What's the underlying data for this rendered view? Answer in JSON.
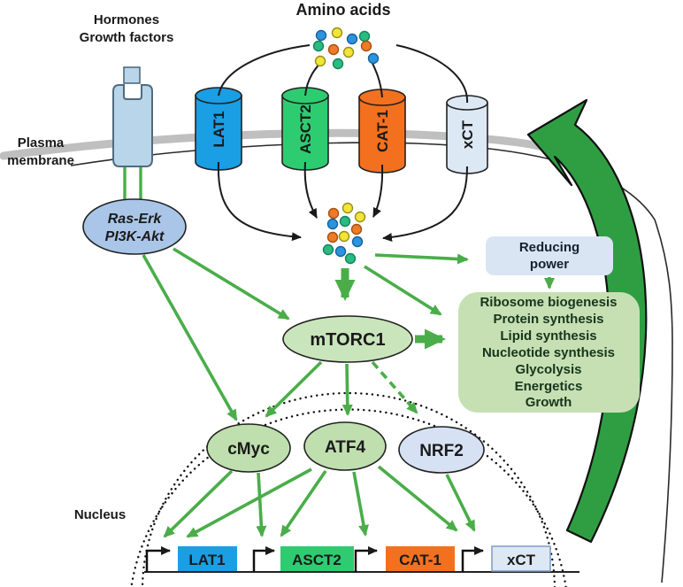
{
  "title": "Amino acids",
  "hormones_label": {
    "line1": "Hormones",
    "line2": "Growth factors"
  },
  "membrane_label": {
    "line1": "Plasma",
    "line2": "membrane"
  },
  "nucleus_label": "Nucleus",
  "receptor": {
    "color": "#b9d5ea"
  },
  "transporters": [
    {
      "name": "LAT1",
      "color": "#1a9ee4"
    },
    {
      "name": "ASCT2",
      "color": "#2ecc71"
    },
    {
      "name": "CAT-1",
      "color": "#f3701f"
    },
    {
      "name": "xCT",
      "color": "#dce8f4"
    }
  ],
  "signaling_nodes": {
    "ras": {
      "line1": "Ras-Erk",
      "line2": "PI3K-Akt",
      "color": "#a9c6e8"
    },
    "mtorc1": {
      "label": "mTORC1",
      "color": "#c9e5bb"
    }
  },
  "transcription_factors": [
    {
      "name": "cMyc",
      "color": "#bfdfae"
    },
    {
      "name": "ATF4",
      "color": "#bfdfae"
    },
    {
      "name": "NRF2",
      "color": "#d6e2f3"
    }
  ],
  "reducing_power_box": {
    "line1": "Reducing",
    "line2": "power",
    "color": "#d9e5f3"
  },
  "outputs_box": {
    "color": "#c6e0b4",
    "lines": [
      "Ribosome biogenesis",
      "Protein synthesis",
      "Lipid synthesis",
      "Nucleotide synthesis",
      "Glycolysis",
      "Energetics",
      "Growth"
    ]
  },
  "genes": [
    {
      "name": "LAT1",
      "color": "#1a9ee4"
    },
    {
      "name": "ASCT2",
      "color": "#2ecc71"
    },
    {
      "name": "CAT-1",
      "color": "#f3701f"
    },
    {
      "name": "xCT",
      "color": "#dce8f4"
    }
  ],
  "amino_acid_dot_colors": {
    "blue": "#2d93dd",
    "yellow": "#f2e438",
    "green": "#2abb82",
    "orange": "#ee7b28"
  },
  "arrow_colors": {
    "green": "#4aad49",
    "swoosh": "#2f9e42",
    "black": "#1a1a1a"
  }
}
